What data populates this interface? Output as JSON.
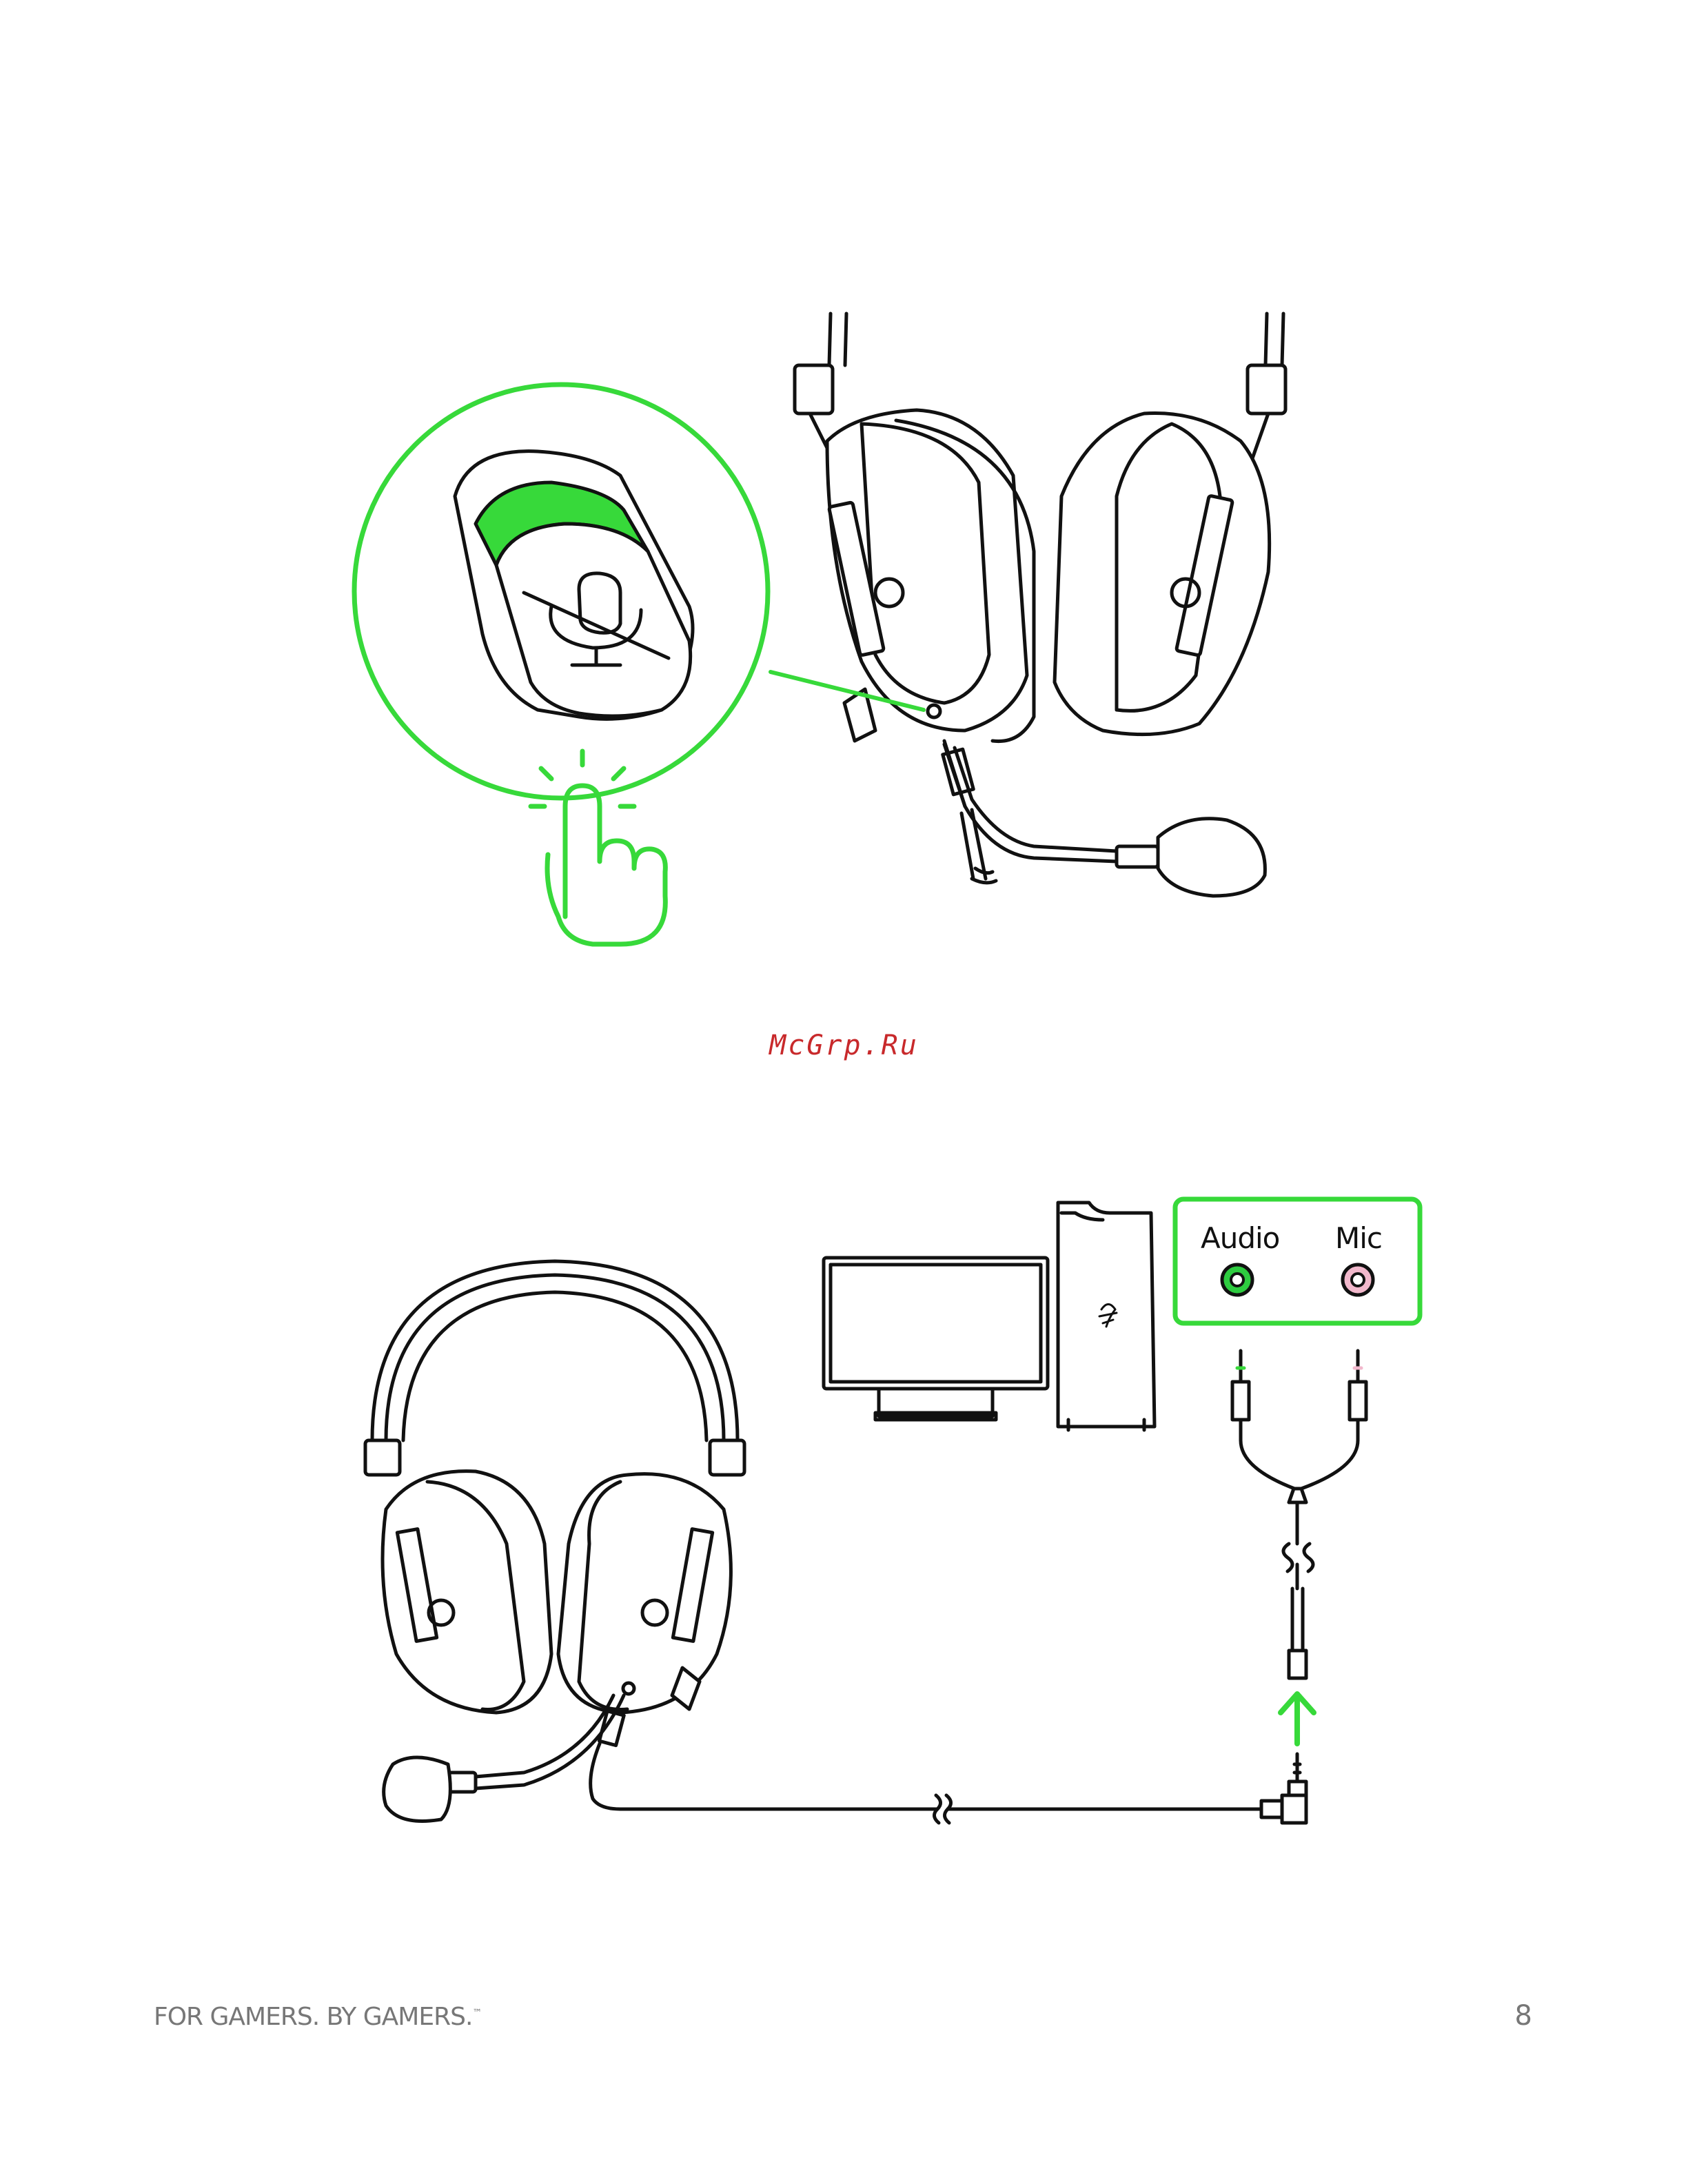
{
  "watermark": "McGrp.Ru",
  "footer": {
    "tagline": "FOR GAMERS. BY GAMERS.",
    "trademark": "™",
    "page_number": "8"
  },
  "connection": {
    "audio_label": "Audio",
    "mic_label": "Mic",
    "audio_color": "#2ecc40",
    "mic_color": "#f2b8cc"
  },
  "accent_color": "#37d93a",
  "icons": [
    "mic-mute-icon",
    "press-finger-icon",
    "headset-icon",
    "monitor-icon",
    "pc-tower-icon",
    "razer-logo-icon",
    "splitter-cable-icon",
    "up-arrow-icon"
  ]
}
